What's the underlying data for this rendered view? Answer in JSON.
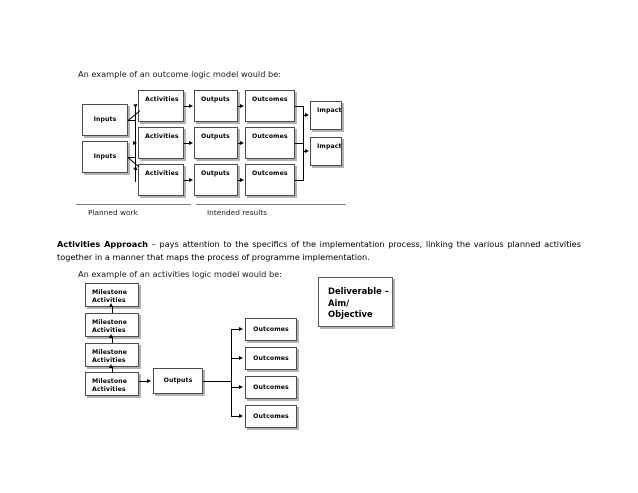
{
  "document": {
    "intro_outcome": "An example of an outcome logic model would be:",
    "intro_activities": "An example of an activities logic model would be:"
  },
  "paragraph": {
    "lead": "Activities Approach",
    "body": " – pays attention to the specifics of the implementation process, linking the various planned activities together in a manner that maps the process of programme implementation."
  },
  "outcome_model": {
    "inputs": [
      {
        "label": "Inputs"
      },
      {
        "label": "Inputs"
      }
    ],
    "activities": [
      {
        "label": "Activities"
      },
      {
        "label": "Activities"
      },
      {
        "label": "Activities"
      }
    ],
    "outputs": [
      {
        "label": "Outputs"
      },
      {
        "label": "Outputs"
      },
      {
        "label": "Outputs"
      }
    ],
    "outcomes": [
      {
        "label": "Outcomes"
      },
      {
        "label": "Outcomes"
      },
      {
        "label": "Outcomes"
      }
    ],
    "impacts": [
      {
        "label": "Impact"
      },
      {
        "label": "Impact"
      }
    ],
    "rules": {
      "planned_work": "Planned work",
      "intended_results": "Intended results"
    }
  },
  "activities_model": {
    "milestones": [
      {
        "label": "Milestone\nActivities"
      },
      {
        "label": "Milestone\nActivities"
      },
      {
        "label": "Milestone\nActivities"
      },
      {
        "label": "Milestone\nActivities"
      }
    ],
    "outputs": {
      "label": "Outputs"
    },
    "outcomes": [
      {
        "label": "Outcomes"
      },
      {
        "label": "Outcomes"
      },
      {
        "label": "Outcomes"
      },
      {
        "label": "Outcomes"
      }
    ],
    "deliverable": {
      "label": "Deliverable –\nAim/\nObjective"
    }
  },
  "colors": {
    "box_border": "#4d4d4d",
    "box_shadow": "#b3b3b3",
    "connector": "#000000",
    "rule": "#808080",
    "text": "#000000",
    "page_background": "#ffffff"
  }
}
